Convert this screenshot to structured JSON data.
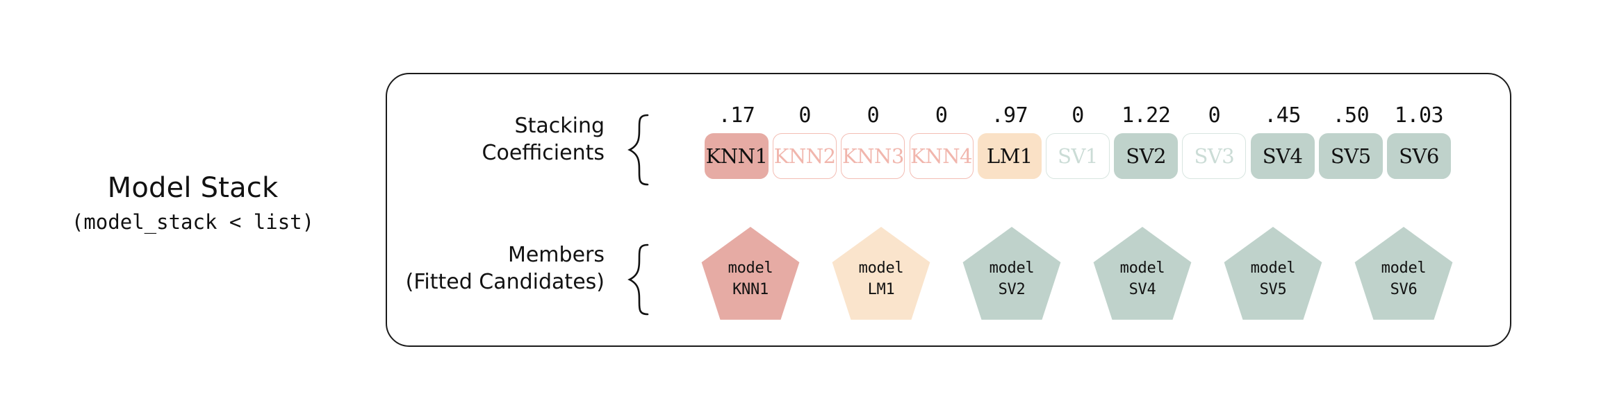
{
  "left_caption": {
    "title": "Model Stack",
    "subtitle": "(model_stack < list)"
  },
  "rows": {
    "coefficients": {
      "label_line1": "Stacking",
      "label_line2": "Coefficients",
      "brace_icon": "left-curly-brace-icon"
    },
    "members": {
      "label_line1": "Members",
      "label_line2": "(Fitted Candidates)",
      "brace_icon": "left-curly-brace-icon"
    }
  },
  "coefficients": [
    {
      "name": "KNN1",
      "value": ".17",
      "style": "fill-red"
    },
    {
      "name": "KNN2",
      "value": "0",
      "style": "out-red"
    },
    {
      "name": "KNN3",
      "value": "0",
      "style": "out-red"
    },
    {
      "name": "KNN4",
      "value": "0",
      "style": "out-red"
    },
    {
      "name": "LM1",
      "value": ".97",
      "style": "fill-peach"
    },
    {
      "name": "SV1",
      "value": "0",
      "style": "out-green"
    },
    {
      "name": "SV2",
      "value": "1.22",
      "style": "fill-green"
    },
    {
      "name": "SV3",
      "value": "0",
      "style": "out-green"
    },
    {
      "name": "SV4",
      "value": ".45",
      "style": "fill-green"
    },
    {
      "name": "SV5",
      "value": ".50",
      "style": "fill-green"
    },
    {
      "name": "SV6",
      "value": "1.03",
      "style": "fill-green"
    }
  ],
  "members": [
    {
      "line1": "model",
      "line2": "KNN1",
      "color": "#E6ABA4"
    },
    {
      "line1": "model",
      "line2": "LM1",
      "color": "#FAE4CC"
    },
    {
      "line1": "model",
      "line2": "SV2",
      "color": "#BFD2CB"
    },
    {
      "line1": "model",
      "line2": "SV4",
      "color": "#BFD2CB"
    },
    {
      "line1": "model",
      "line2": "SV5",
      "color": "#BFD2CB"
    },
    {
      "line1": "model",
      "line2": "SV6",
      "color": "#BFD2CB"
    }
  ],
  "colors": {
    "red_fill": "#E6ABA4",
    "red_outline": "#F3BDB4",
    "peach_fill": "#FAE1C6",
    "green_fill": "#BFD2CB",
    "green_outline": "#D8E5E0",
    "border": "#1b1b1b",
    "text": "#111111",
    "background": "#ffffff"
  }
}
